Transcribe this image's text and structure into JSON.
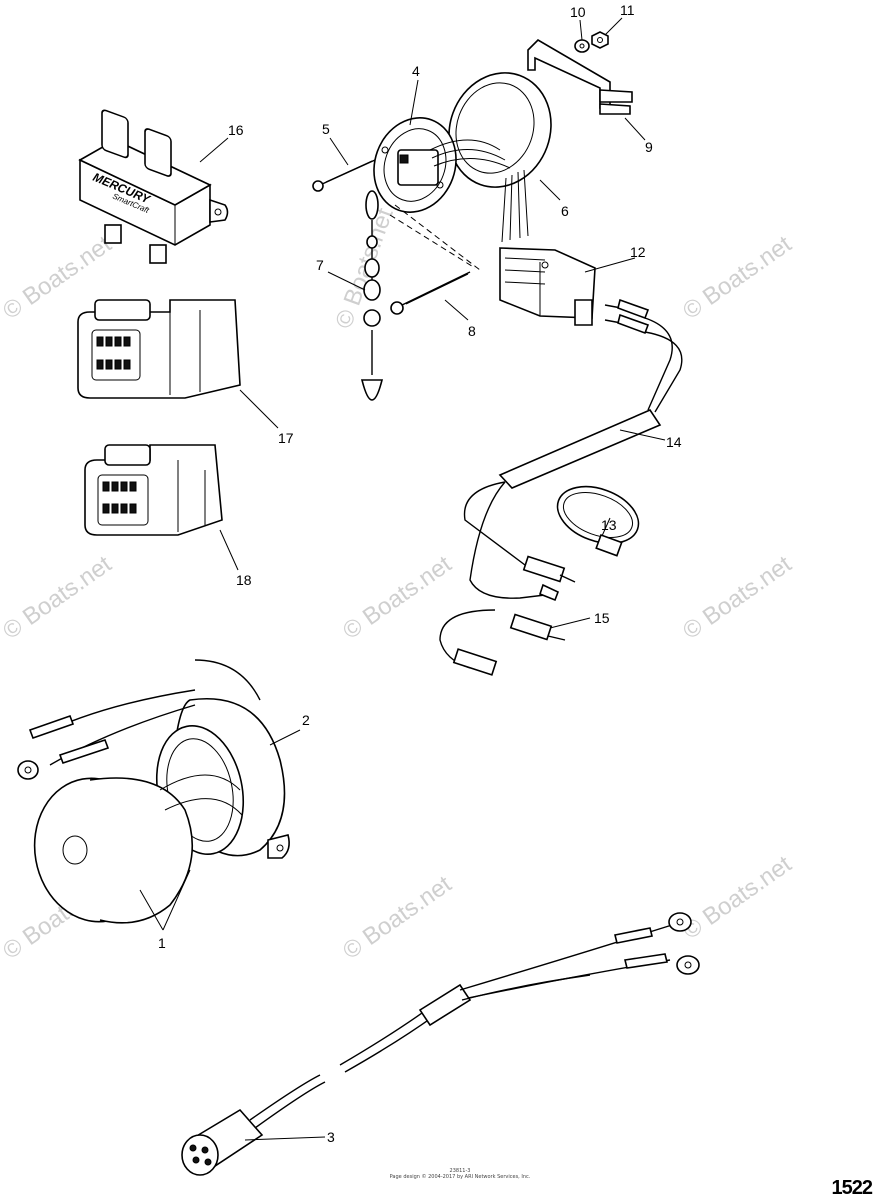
{
  "watermark": "© Boats.net",
  "callouts": [
    "1",
    "2",
    "3",
    "4",
    "5",
    "6",
    "7",
    "8",
    "9",
    "10",
    "11",
    "12",
    "13",
    "14",
    "15",
    "16",
    "17",
    "18"
  ],
  "logo_text": {
    "brand": "MERCURY",
    "sub": "SmartCraft"
  },
  "footer_small": [
    "23811-3",
    "Page design © 2004-2017 by ARI Network Services, Inc."
  ],
  "figure_number": "1522"
}
